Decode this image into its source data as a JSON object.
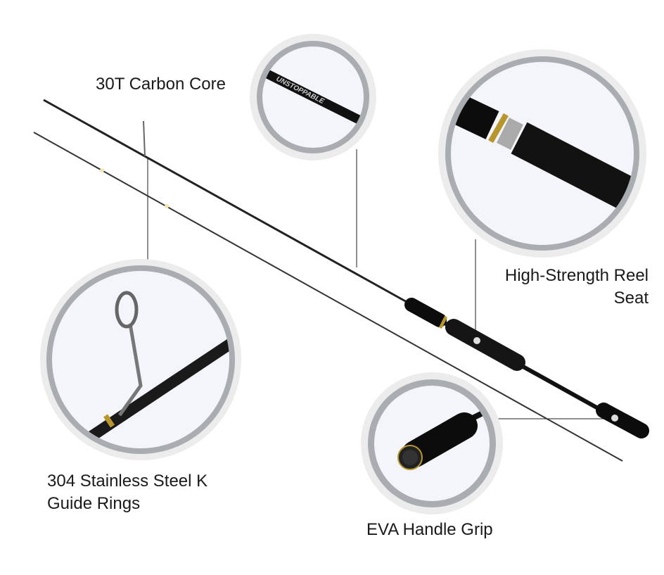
{
  "labels": {
    "carbon_core": "30T Carbon Core",
    "reel_seat_line1": "High-Strength Reel",
    "reel_seat_line2": "Seat",
    "guide_rings_line1": "304 Stainless Steel K",
    "guide_rings_line2": "Guide Rings",
    "handle_grip": "EVA Handle Grip"
  },
  "rod_print": "UNSTOPPABLE",
  "colors": {
    "ring": "#a9adb1",
    "halo": "#ececec",
    "inner": "#f4f5fa",
    "blank": "#111111",
    "gold": "#b8962e"
  }
}
